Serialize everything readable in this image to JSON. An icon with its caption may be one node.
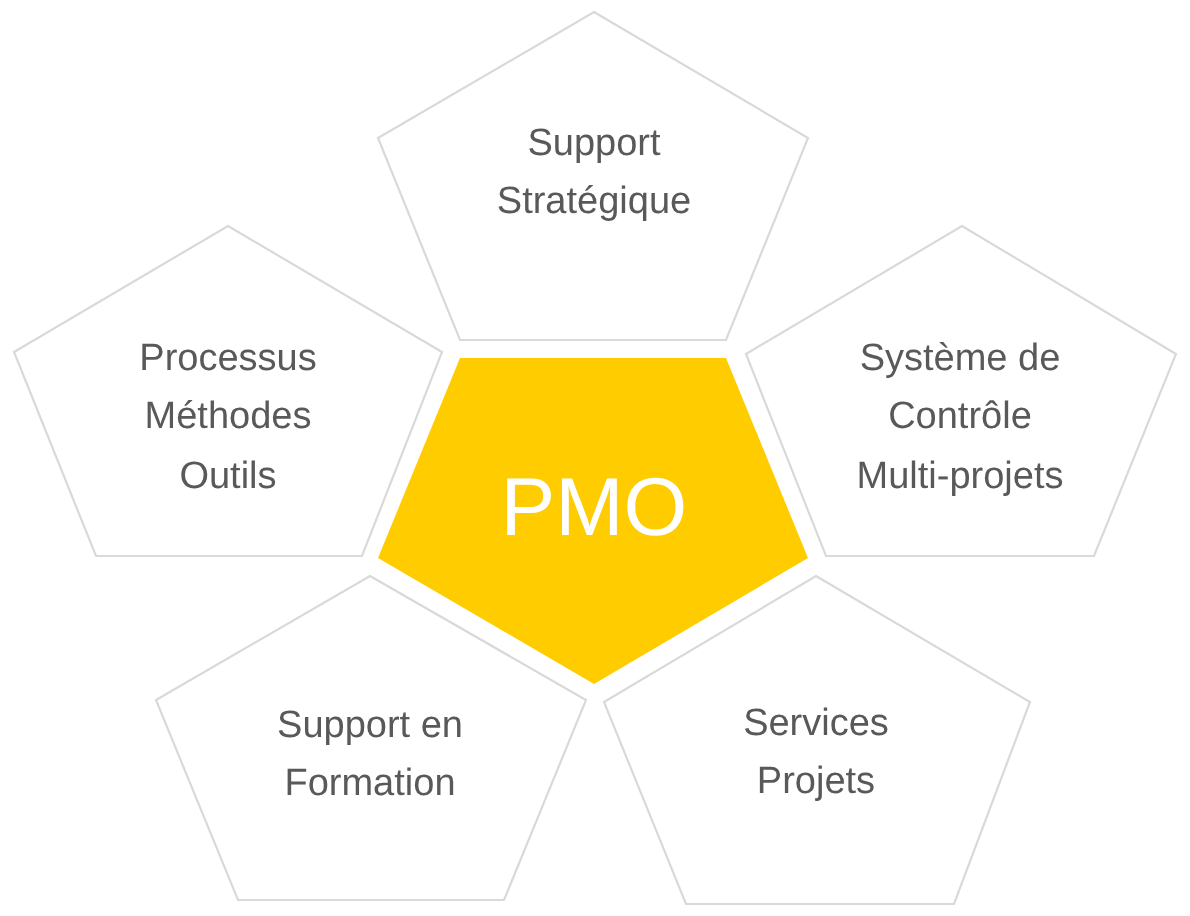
{
  "diagram": {
    "nodes": [
      {
        "text": [
          "Support Stratégique"
        ]
      },
      {
        "text": [
          "Processus Méthodes Outils"
        ]
      },
      {
        "text": [
          "PMO"
        ]
      },
      {
        "text": [
          "Système de Contrôle Multi-projets"
        ]
      },
      {
        "text": [
          "Support en Formation"
        ]
      },
      {
        "text": [
          "Services Projets"
        ]
      }
    ]
  }
}
